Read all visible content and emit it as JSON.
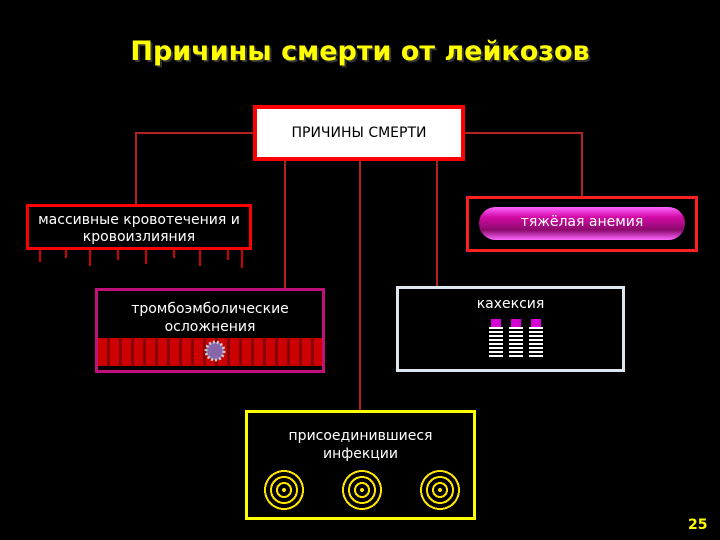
{
  "title": "Причины смерти от лейкозов",
  "root_label": "ПРИЧИНЫ СМЕРТИ",
  "causes": {
    "bleeding": "массивные кровотечения и кровоизлияния",
    "anemia": "тяжёлая анемия",
    "thromboembolic": "тромбоэмболические осложнения",
    "cachexia": "кахексия",
    "infections": "присоединившиеся инфекции"
  },
  "page_number": "25",
  "colors": {
    "title": "#ffff00",
    "connector": "#b22222",
    "root_border": "#ff0000"
  }
}
